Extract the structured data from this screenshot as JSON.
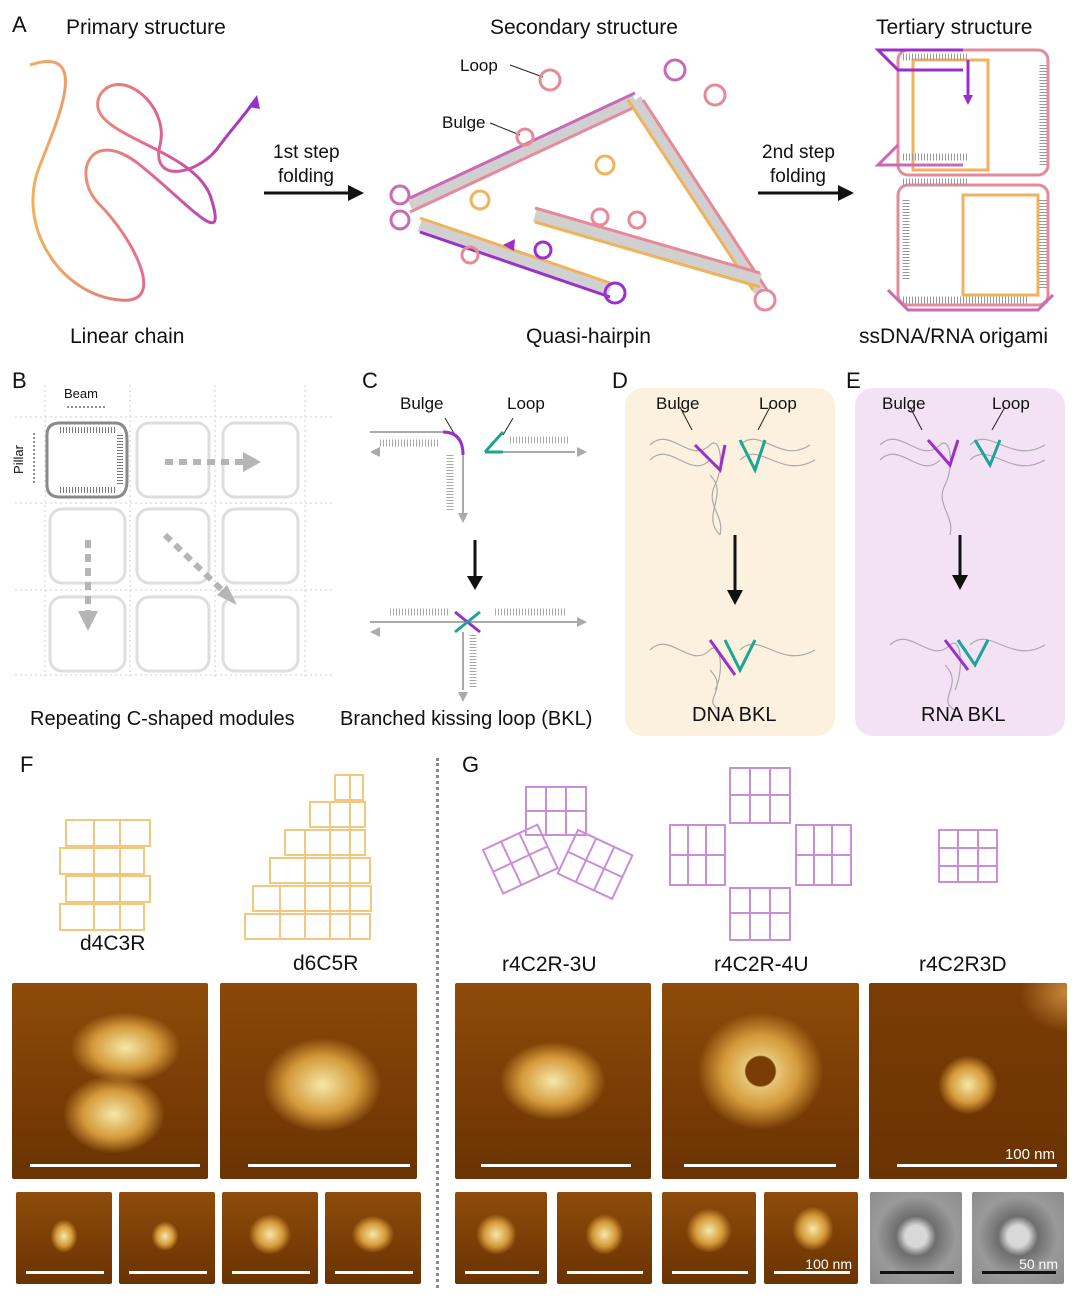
{
  "panels": {
    "A": "A",
    "B": "B",
    "C": "C",
    "D": "D",
    "E": "E",
    "F": "F",
    "G": "G"
  },
  "panelA": {
    "primary_title": "Primary structure",
    "secondary_title": "Secondary structure",
    "tertiary_title": "Tertiary structure",
    "step1_line1": "1st step",
    "step1_line2": "folding",
    "step2_line1": "2nd step",
    "step2_line2": "folding",
    "loop_label": "Loop",
    "bulge_label": "Bulge",
    "linear_caption": "Linear chain",
    "quasi_caption": "Quasi-hairpin",
    "origami_caption": "ssDNA/RNA origami"
  },
  "panelB": {
    "beam_label": "Beam",
    "pillar_label": "Pillar",
    "caption": "Repeating C-shaped modules"
  },
  "panelC": {
    "bulge_label": "Bulge",
    "loop_label": "Loop",
    "caption": "Branched kissing loop (BKL)"
  },
  "panelD": {
    "bulge_label": "Bulge",
    "loop_label": "Loop",
    "caption": "DNA BKL"
  },
  "panelE": {
    "bulge_label": "Bulge",
    "loop_label": "Loop",
    "caption": "RNA BKL"
  },
  "panelF": {
    "design1": "d4C3R",
    "design2": "d6C5R"
  },
  "panelG": {
    "design1": "r4C2R-3U",
    "design2": "r4C2R-4U",
    "design3": "r4C2R3D",
    "scale_100": "100 nm",
    "scale_100_small": "100 nm",
    "scale_50": "50 nm"
  },
  "colors": {
    "purple": "#9b2fc9",
    "pink": "#e0708a",
    "orange": "#f0b25a",
    "teal": "#1aa597",
    "afm_dark": "#6e3405",
    "afm_mid": "#a5600f",
    "afm_light": "#f3e2a0"
  }
}
